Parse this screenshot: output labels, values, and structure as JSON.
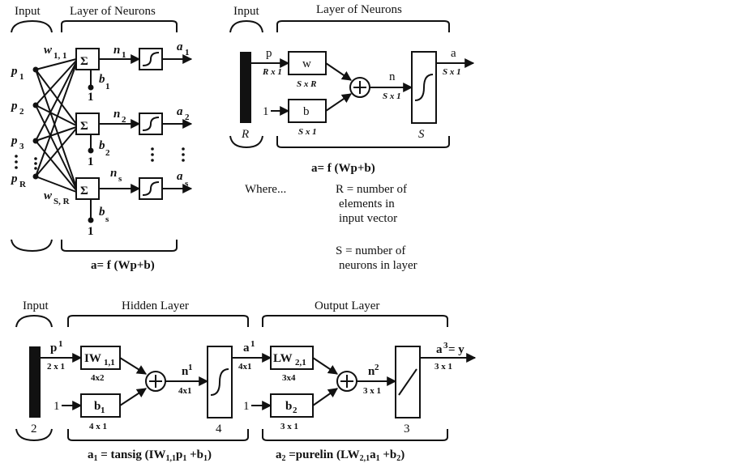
{
  "panel_a": {
    "input_label": "Input",
    "layer_label": "Layer of Neurons",
    "inputs": [
      "p",
      "p",
      "p",
      "p"
    ],
    "input_subs": [
      "1",
      "2",
      "3",
      "R"
    ],
    "weight_top": "w",
    "weight_top_sub": "1, 1",
    "weight_bottom": "w",
    "weight_bottom_sub": "S, R",
    "sum_symbol": "Σ",
    "net": [
      "n",
      "n",
      "n"
    ],
    "net_subs": [
      "1",
      "2",
      "s"
    ],
    "out": [
      "a",
      "a",
      "a"
    ],
    "out_subs": [
      "1",
      "2",
      "s"
    ],
    "bias": [
      "b",
      "b",
      "b"
    ],
    "bias_subs": [
      "1",
      "2",
      "s"
    ],
    "one": "1",
    "equation": "a= f (Wp+b)"
  },
  "panel_b": {
    "input_label": "Input",
    "layer_label": "Layer of Neurons",
    "p": "p",
    "p_dim": "R x 1",
    "w": "w",
    "w_dim": "S x R",
    "one": "1",
    "b": "b",
    "b_dim": "S x 1",
    "n": "n",
    "n_dim": "S x 1",
    "a": "a",
    "a_dim": "S x 1",
    "R": "R",
    "S": "S",
    "equation": "a= f (Wp+b)",
    "where": "Where...",
    "r_def": [
      "R = number of",
      "elements in",
      "input vector"
    ],
    "s_def": [
      "S = number of",
      "neurons in layer"
    ]
  },
  "panel_c": {
    "input_label": "Input",
    "hidden_label": "Hidden Layer",
    "output_label": "Output Layer",
    "p": "p",
    "p_sup": "1",
    "p_dim": "2 x 1",
    "iw": "IW",
    "iw_sub": "1,1",
    "iw_dim": "4x2",
    "one": "1",
    "b1": "b",
    "b1_sub": "1",
    "b1_dim": "4 x 1",
    "n1": "n",
    "n1_sup": "1",
    "n1_dim": "4x1",
    "a1": "a",
    "a1_sup": "1",
    "a1_dim": "4x1",
    "hidden_count": "4",
    "input_count": "2",
    "lw": "LW",
    "lw_sub": "2,1",
    "lw_dim": "3x4",
    "b2": "b",
    "b2_sub": "2",
    "b2_dim": "3 x 1",
    "n2": "n",
    "n2_sup": "2",
    "n2_dim": "3 x 1",
    "a3": "a",
    "a3_sup": "3",
    "a3_eq": " = y",
    "a3_dim": "3 x 1",
    "output_count": "3",
    "eq1_lhs": "a",
    "eq1_lhs_sub": "1",
    "eq1_mid": " = tansig (IW",
    "eq1_mid_sub": "1,1",
    "eq1_p": "p",
    "eq1_p_sub": "1",
    "eq1_b": " +b",
    "eq1_b_sub": "1",
    "eq1_end": ")",
    "eq2_lhs": "a",
    "eq2_lhs_sub": "2",
    "eq2_mid": " =purelin (LW",
    "eq2_mid_sub": "2,1",
    "eq2_a": "a",
    "eq2_a_sub": "1",
    "eq2_b": " +b",
    "eq2_b_sub": "2",
    "eq2_end": ")"
  }
}
